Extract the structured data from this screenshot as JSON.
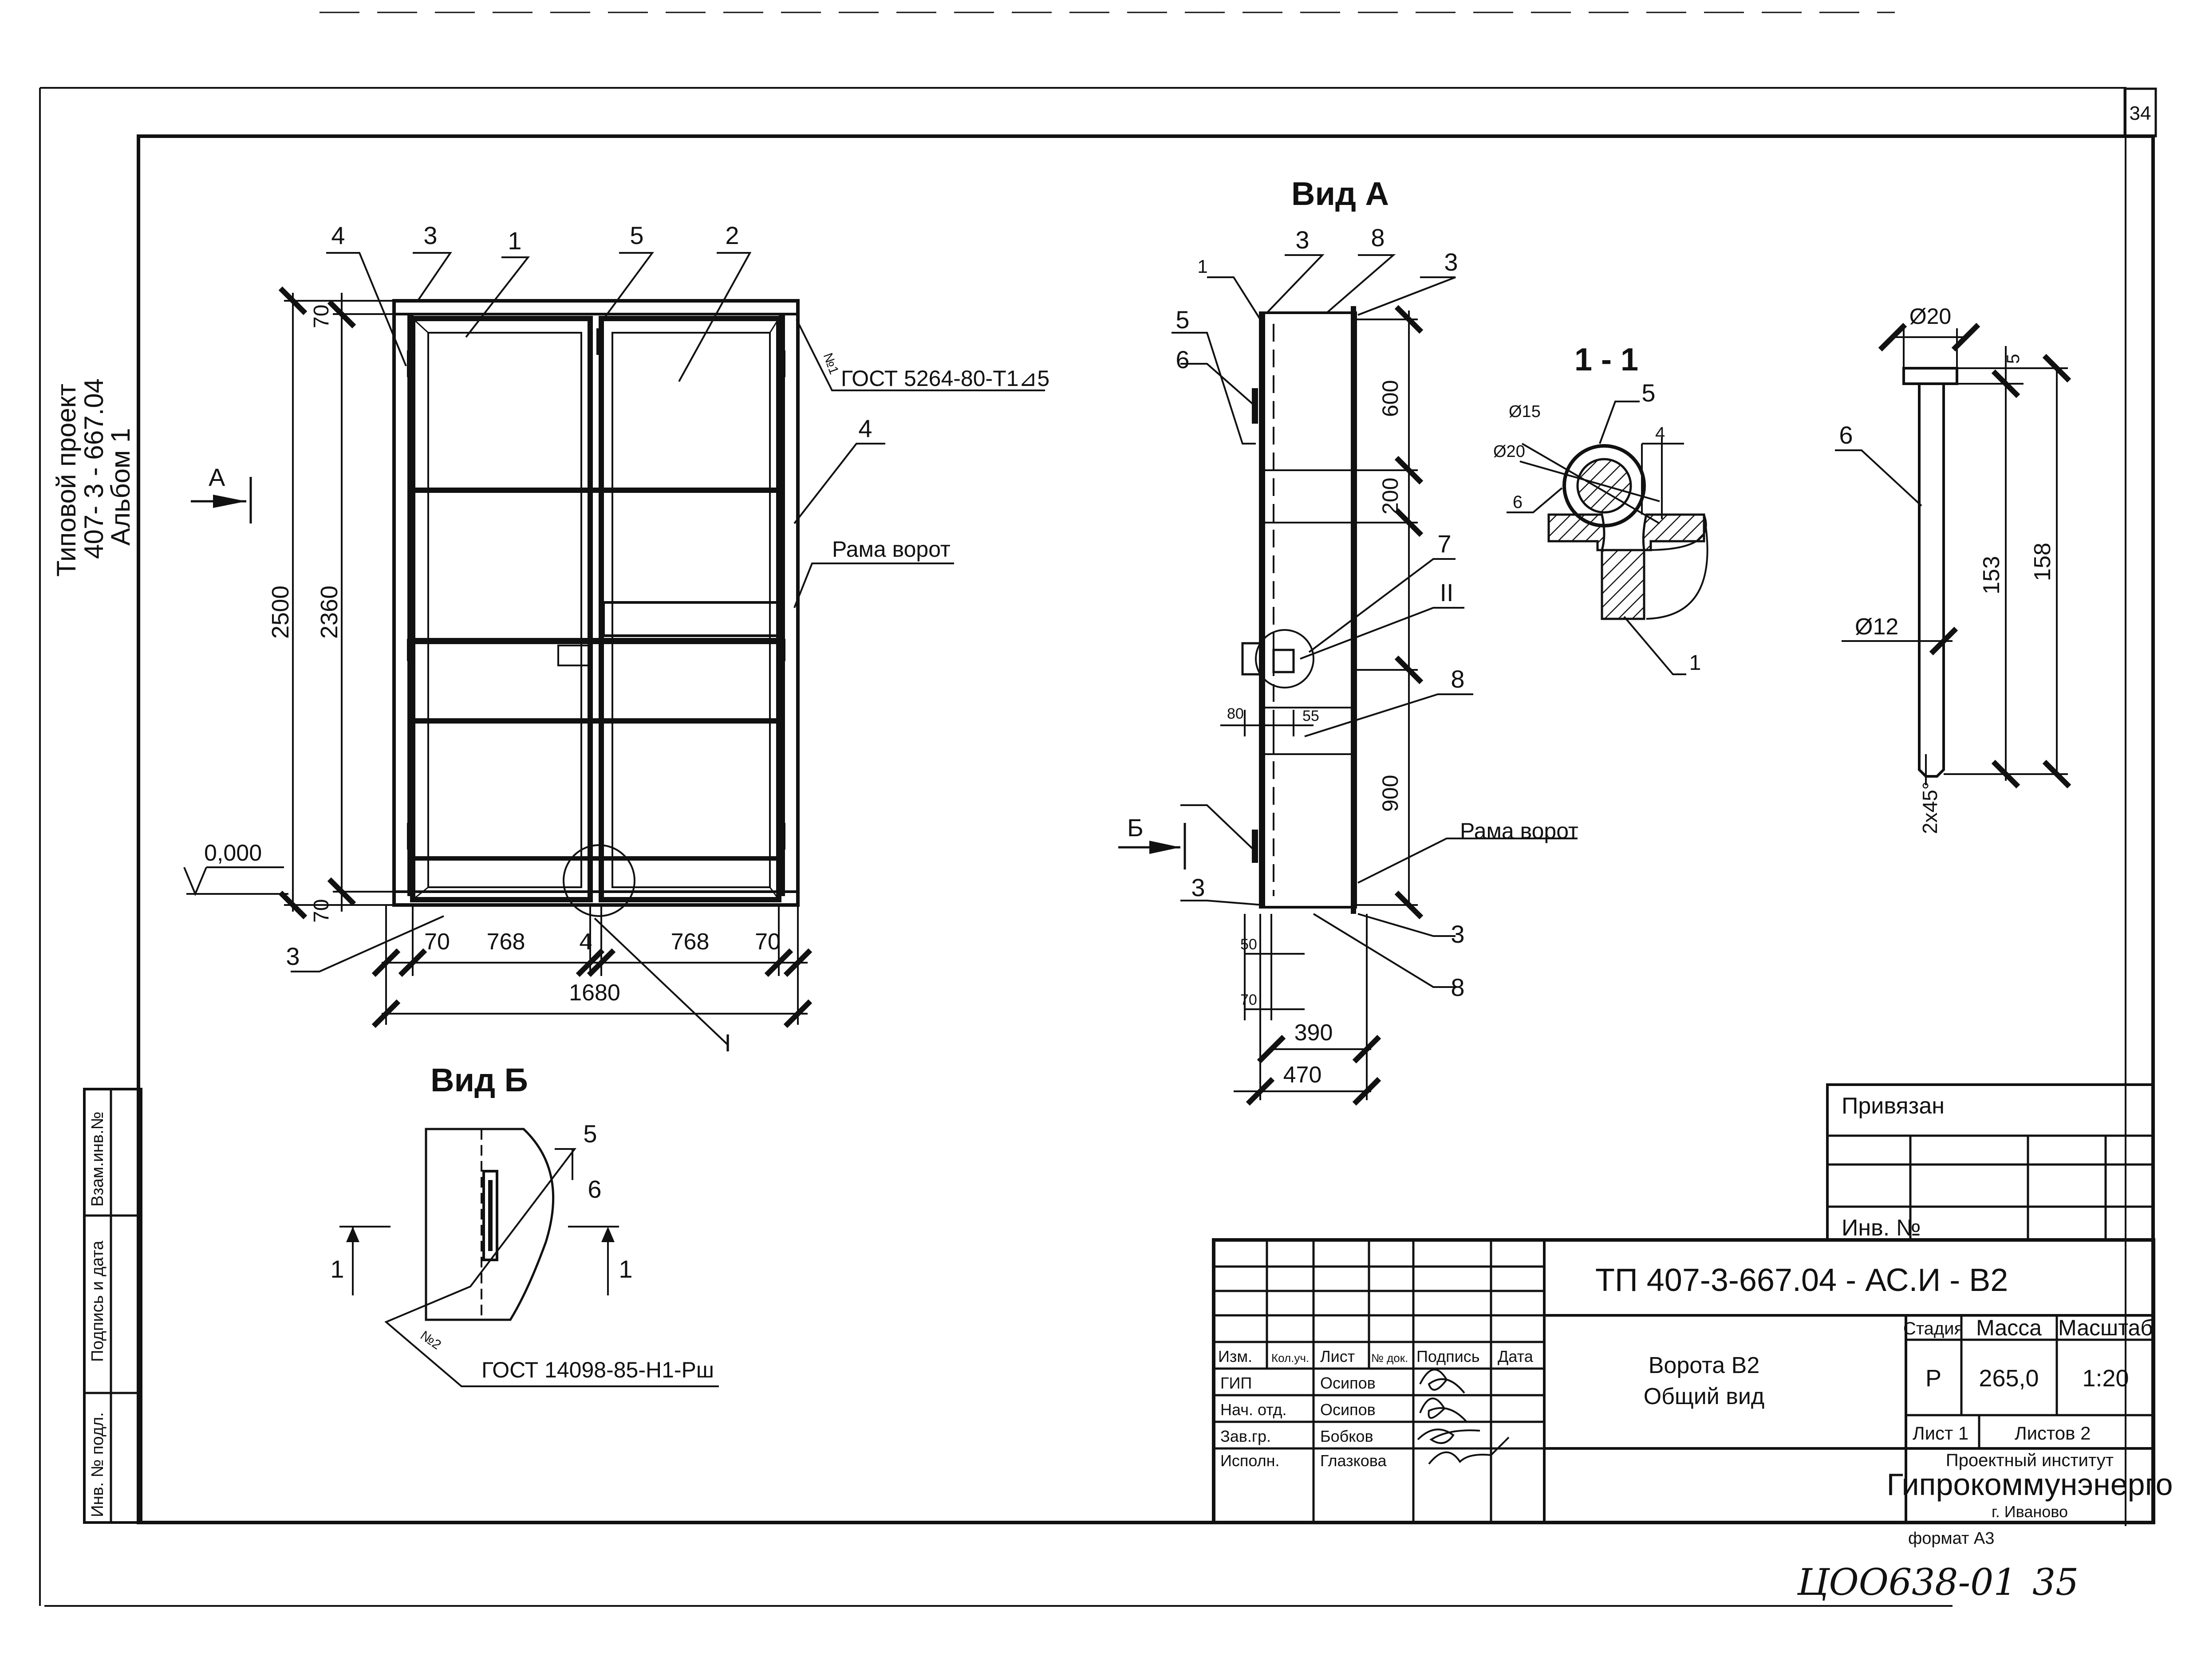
{
  "sheet": {
    "number_top": "34",
    "handwritten_code": "ЦОО638-01",
    "handwritten_page": "35",
    "format_label": "формат А3"
  },
  "side_stamp": {
    "line1": "Типовой проект",
    "line2": "407- 3 - 667.04",
    "line3": "Альбом 1"
  },
  "left_strip": {
    "cell1": "Взам.инв.№",
    "cell2": "Подпись и дата",
    "cell3": "Инв. № подл."
  },
  "gate_view": {
    "callouts": [
      "4",
      "3",
      "1",
      "5",
      "2"
    ],
    "callout_4_right": "4",
    "callout_3_bottom": "3",
    "callout_I": "I",
    "weld_number": "№1",
    "weld_note": "ГОСТ 5264-80-Т1⊿5",
    "frame_label": "Рама ворот",
    "view_marker": "А",
    "level": "0,000",
    "dims": {
      "height_total": "2500",
      "height_leaf": "2360",
      "top_gap": "70",
      "bottom_gap": "70",
      "left_70": "70",
      "leaf_left": "768",
      "gap_mid": "4",
      "leaf_right": "768",
      "right_70": "70",
      "width_total": "1680"
    }
  },
  "view_a": {
    "title": "Вид А",
    "callouts": {
      "c1": "1",
      "c3a": "3",
      "c8a": "8",
      "c3b": "3",
      "c5": "5",
      "c6": "6",
      "c7": "7",
      "cII": "II",
      "c8b": "8",
      "c3c": "3",
      "c3d": "3",
      "c8c": "8"
    },
    "frame_label": "Рама ворот",
    "view_marker": "Б",
    "dims": {
      "d600": "600",
      "d200": "200",
      "d900": "900",
      "d80": "80",
      "d55": "55",
      "d50": "50",
      "d70": "70",
      "d390": "390",
      "d470": "470"
    }
  },
  "section_1_1": {
    "title": "1 - 1",
    "callouts": {
      "c5": "5",
      "c6": "6",
      "c1": "1"
    },
    "dims": {
      "phi15": "Ø15",
      "phi20": "Ø20",
      "d4": "4"
    }
  },
  "pin_detail": {
    "callout": "6",
    "dims": {
      "phi20": "Ø20",
      "d5": "5",
      "d153": "153",
      "d158": "158",
      "phi12": "Ø12",
      "chamfer": "2x45°"
    }
  },
  "view_b": {
    "title": "Вид Б",
    "callouts": {
      "c5": "5",
      "c6": "6"
    },
    "section_left": "1",
    "section_right": "1",
    "weld_number": "№2",
    "weld_note": "ГОСТ 14098-85-Н1-Рш"
  },
  "binding_block": {
    "title": "Привязан",
    "inv_label": "Инв. №"
  },
  "title_block": {
    "code": "ТП   407-3-667.04 - АС.И - В2",
    "headers": {
      "izm": "Изм.",
      "kol": "Кол.уч.",
      "list": "Лист",
      "ndoc": "№ док.",
      "podpis": "Подпись",
      "data": "Дата"
    },
    "roles": [
      {
        "role": "ГИП",
        "name": "Осипов"
      },
      {
        "role": "Нач. отд.",
        "name": "Осипов"
      },
      {
        "role": "Зав.гр.",
        "name": "Бобков"
      },
      {
        "role": "Исполн.",
        "name": "Глазкова"
      }
    ],
    "name_line1": "Ворота В2",
    "name_line2": "Общий вид",
    "stage_label": "Стадия",
    "mass_label": "Масса",
    "scale_label": "Масштаб",
    "stage": "Р",
    "mass": "265,0",
    "scale": "1:20",
    "sheet": "Лист 1",
    "sheets": "Листов  2",
    "org_line1": "Проектный институт",
    "org_line2": "Гипрокоммунэнерго",
    "org_line3": "г. Иваново"
  }
}
